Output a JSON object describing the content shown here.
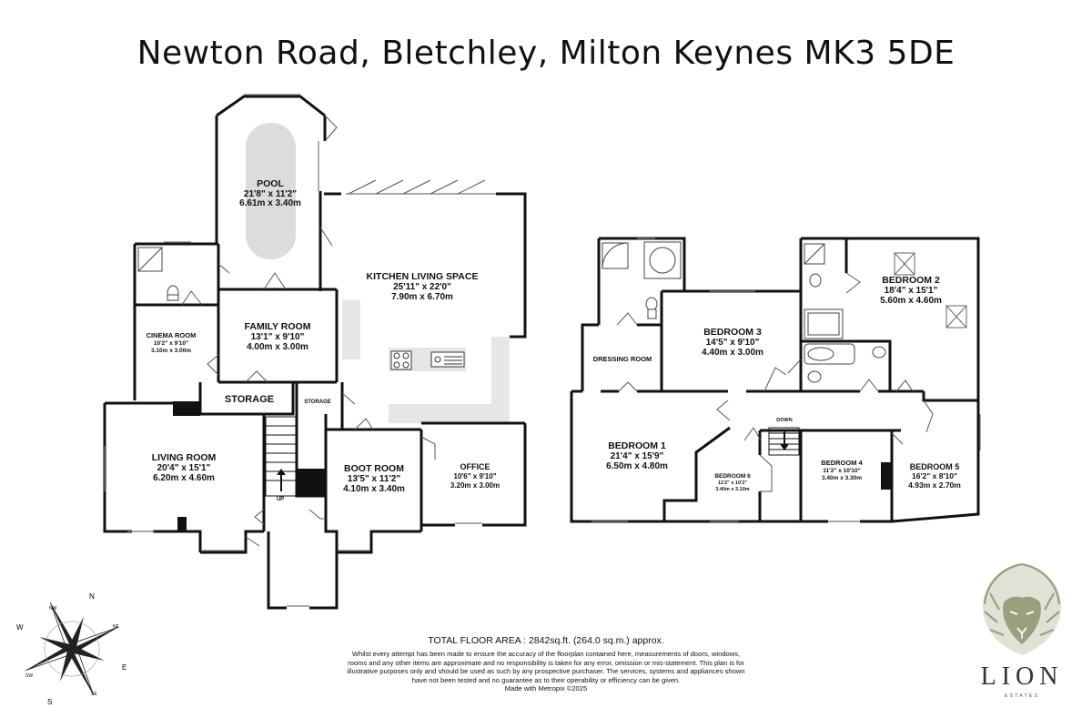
{
  "title": "Newton Road, Bletchley, Milton Keynes MK3 5DE",
  "ground_floor": {
    "pool": {
      "name": "POOL",
      "imperial": "21'8\"  x 11'2\"",
      "metric": "6.61m  x 3.40m"
    },
    "kitchen": {
      "name": "KITCHEN LIVING SPACE",
      "imperial": "25'11\"  x 22'0\"",
      "metric": "7.90m  x 6.70m"
    },
    "cinema": {
      "name": "CINEMA ROOM",
      "imperial": "10'2\"  x 9'10\"",
      "metric": "3.10m  x 3.00m"
    },
    "family": {
      "name": "FAMILY ROOM",
      "imperial": "13'1\"  x 9'10\"",
      "metric": "4.00m  x 3.00m"
    },
    "storage_large": {
      "name": "STORAGE"
    },
    "storage_small": {
      "name": "STORAGE"
    },
    "living": {
      "name": "LIVING ROOM",
      "imperial": "20'4\"  x 15'1\"",
      "metric": "6.20m  x 4.60m"
    },
    "boot": {
      "name": "BOOT ROOM",
      "imperial": "13'5\"  x 11'2\"",
      "metric": "4.10m  x 3.40m"
    },
    "office": {
      "name": "OFFICE",
      "imperial": "10'6\"  x 9'10\"",
      "metric": "3.20m  x 3.00m"
    },
    "stairs_up": "UP"
  },
  "first_floor": {
    "bedroom1": {
      "name": "BEDROOM 1",
      "imperial": "21'4\"  x 15'9\"",
      "metric": "6.50m  x 4.80m"
    },
    "bedroom2": {
      "name": "BEDROOM 2",
      "imperial": "18'4\"  x 15'1\"",
      "metric": "5.60m  x 4.60m"
    },
    "bedroom3": {
      "name": "BEDROOM 3",
      "imperial": "14'5\"  x 9'10\"",
      "metric": "4.40m  x 3.00m"
    },
    "bedroom4": {
      "name": "BEDROOM 4",
      "imperial": "11'2\"  x 10'10\"",
      "metric": "3.40m  x 3.30m"
    },
    "bedroom5": {
      "name": "BEDROOM 5",
      "imperial": "16'2\"  x 8'10\"",
      "metric": "4.93m  x 2.70m"
    },
    "bedroom6": {
      "name": "BEDROOM 6",
      "imperial": "11'2\"  x 10'2\"",
      "metric": "3.40m  x 3.10m"
    },
    "dressing": {
      "name": "DRESSING ROOM"
    },
    "stairs_down": "DOWN"
  },
  "footer": {
    "total": "TOTAL FLOOR AREA : 2842sq.ft. (264.0 sq.m.) approx.",
    "disclaimer": "Whilst every attempt has been made to ensure the accuracy of the floorplan contained here, measurements of doors, windows, rooms and any other items are approximate and no responsibility is taken for any error, omission or mis-statement. This plan is for illustrative purposes only and should be used as such by any prospective purchaser. The services, systems and appliances shown have not been tested and no guarantee as to their operability or efficiency can be given.",
    "made": "Made with Metropix ©2025"
  },
  "compass": {
    "n": "N",
    "s": "S",
    "e": "E",
    "w": "W",
    "nw": "NW",
    "ne": "NE",
    "sw": "SW",
    "se": "SE"
  },
  "logo": {
    "word": "LION",
    "sub": "ESTATES"
  },
  "colors": {
    "wall": "#111111",
    "floor_grey": "#e6e6e6",
    "logo": "#9a9f7e"
  }
}
